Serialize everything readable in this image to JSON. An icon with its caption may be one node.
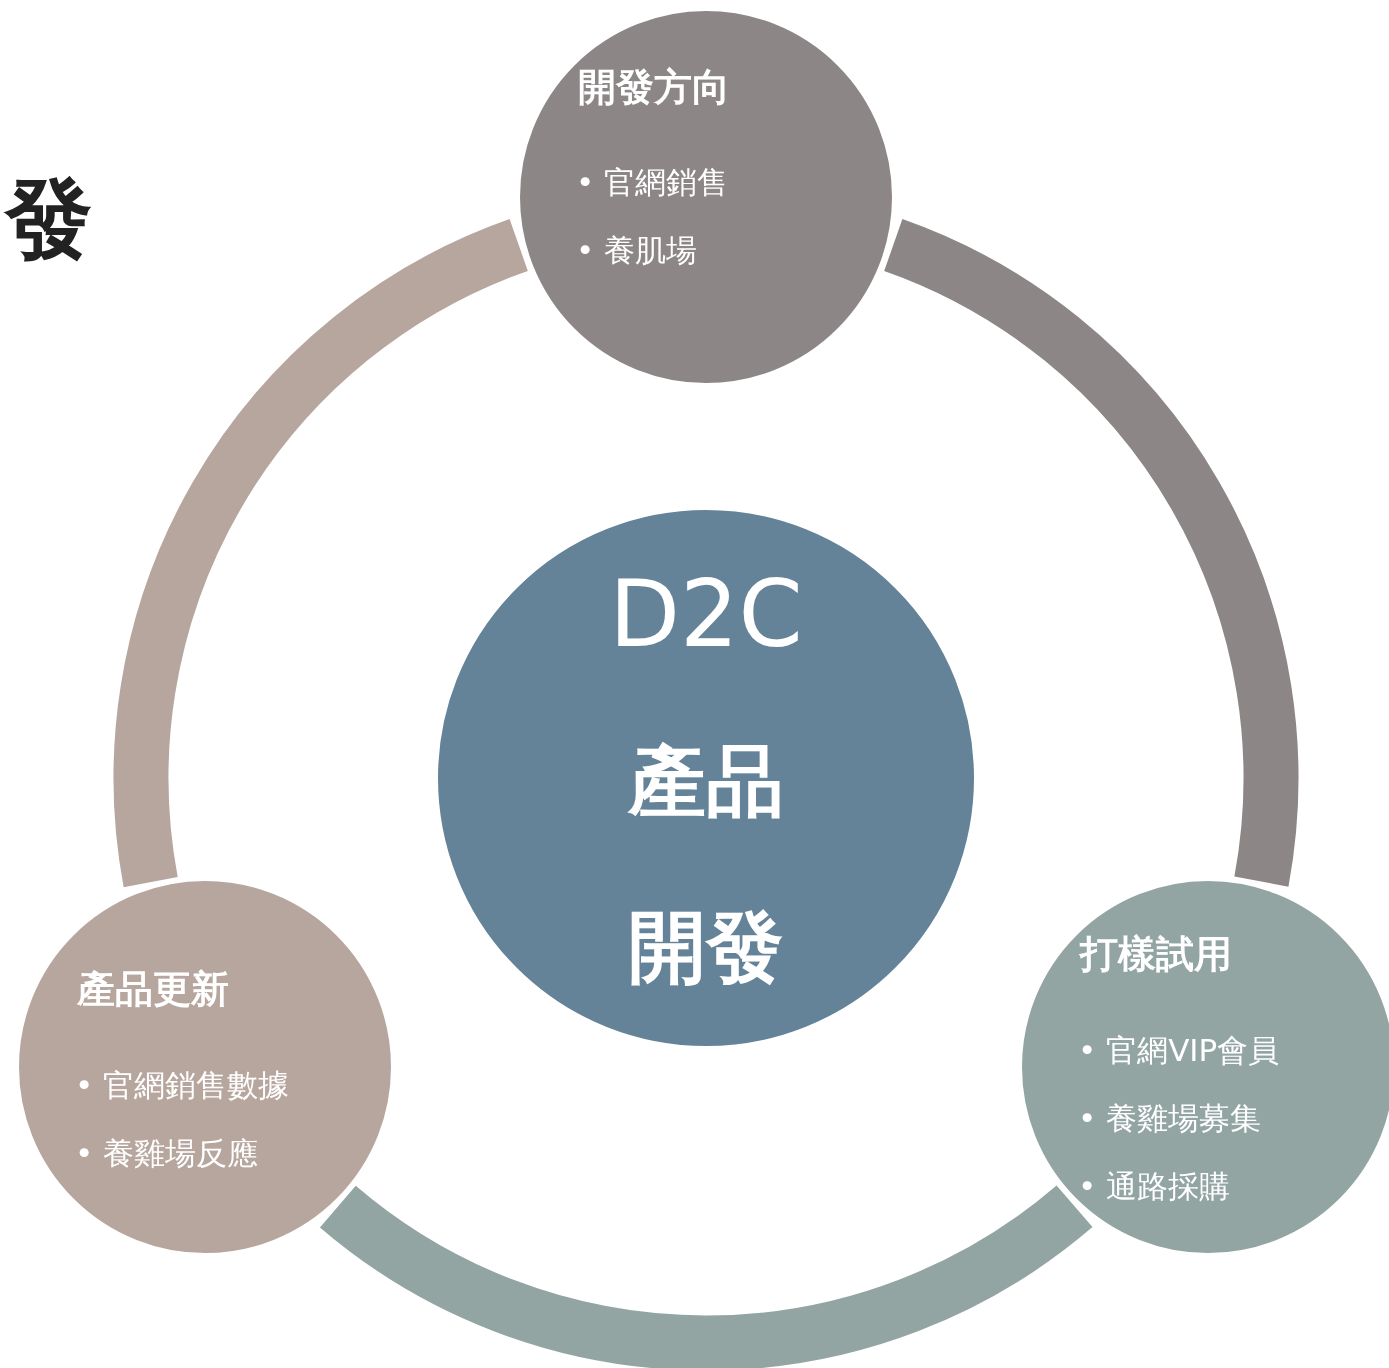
{
  "diagram": {
    "nodes": [
      {
        "text": [
          "開發方向",
          "• 官網銷售",
          "• 養肌場"
        ]
      },
      {
        "text": [
          "打樣試用",
          "• 官網VIP會員",
          "• 養雞場募集",
          "• 通路採購"
        ]
      },
      {
        "text": [
          "產品更新",
          "• 官網銷售數據",
          "• 養雞場反應"
        ]
      },
      {
        "text": [
          "D2C",
          "產品",
          "開發"
        ]
      }
    ],
    "edges": [
      {
        "from": 0,
        "to": 1,
        "arrow": "none",
        "color": "#8c8687"
      },
      {
        "from": 1,
        "to": 2,
        "arrow": "none",
        "color": "#93a5a3"
      },
      {
        "from": 2,
        "to": 0,
        "arrow": "none",
        "color": "#b7a69e"
      }
    ],
    "labels": [
      "發"
    ]
  }
}
